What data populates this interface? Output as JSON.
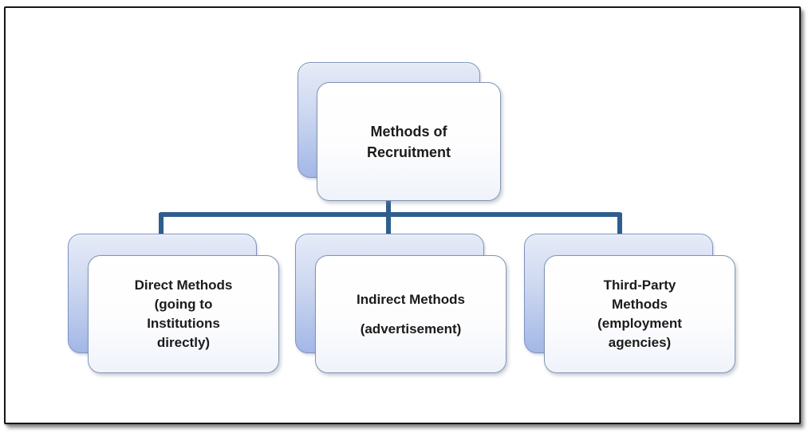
{
  "diagram": {
    "type": "org-chart",
    "root": {
      "label": "Methods of Recruitment",
      "lines": [
        "Methods of",
        "Recruitment"
      ]
    },
    "children": [
      {
        "label": "Direct Methods (going to Institutions directly)",
        "lines": [
          "Direct Methods",
          "(going to",
          "Institutions",
          "directly)"
        ]
      },
      {
        "label": "Indirect Methods (advertisement)",
        "lines": [
          "Indirect Methods",
          "(advertisement)"
        ]
      },
      {
        "label": "Third-Party Methods (employment agencies)",
        "lines": [
          "Third-Party",
          "Methods",
          "(employment",
          "agencies)"
        ]
      }
    ],
    "colors": {
      "connector": "#2e5e8c",
      "back_card_top": "#e6ebf7",
      "back_card_bottom": "#a3b7e7",
      "card_border": "#8195b2",
      "frame_border": "#161616",
      "text": "#1b1b1b"
    }
  }
}
